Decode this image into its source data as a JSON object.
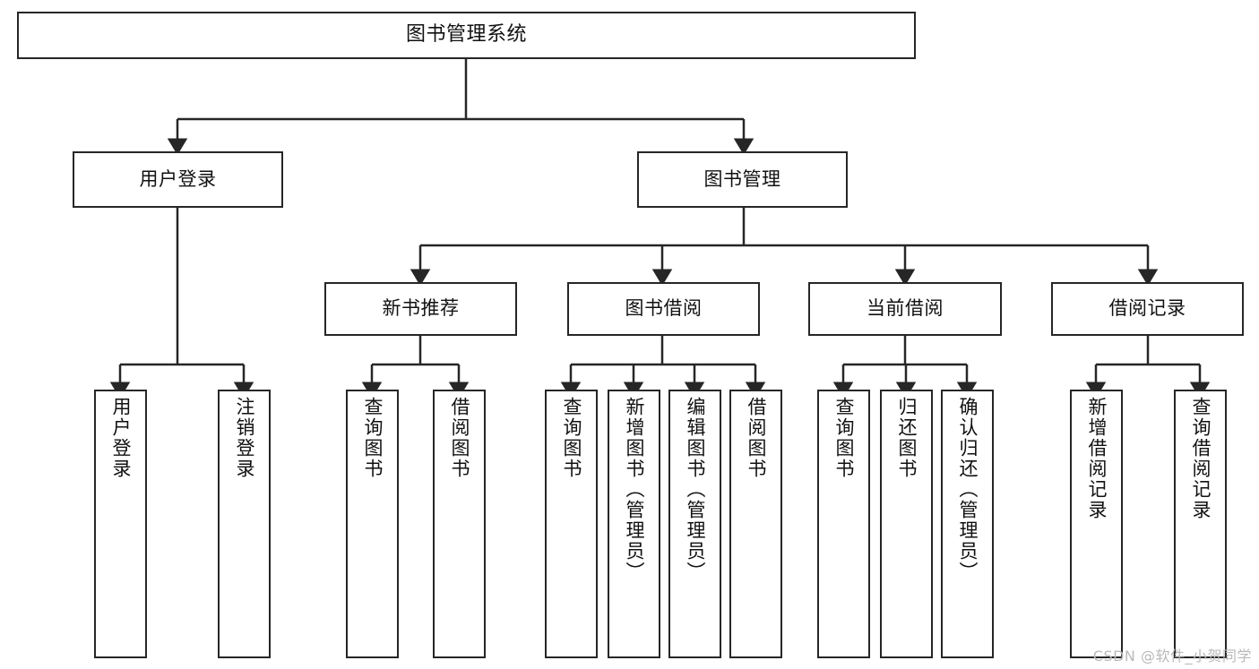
{
  "diagram": {
    "title": "图书管理系统",
    "type": "tree",
    "colors": {
      "stroke": "#262626",
      "fill": "#ffffff",
      "text": "#111111",
      "watermark": "#b9b9b9"
    },
    "nodes": {
      "root": {
        "label": "图书管理系统"
      },
      "level2": [
        {
          "id": "user-login",
          "label": "用户登录"
        },
        {
          "id": "book-manage",
          "label": "图书管理"
        }
      ],
      "level3": [
        {
          "id": "new-book-recommend",
          "label": "新书推荐"
        },
        {
          "id": "book-borrow",
          "label": "图书借阅"
        },
        {
          "id": "current-borrow",
          "label": "当前借阅"
        },
        {
          "id": "borrow-record",
          "label": "借阅记录"
        }
      ],
      "leaves": [
        {
          "id": "leaf-user-login",
          "label": "用户登录",
          "parent": "user-login"
        },
        {
          "id": "leaf-logout-login",
          "label": "注销登录",
          "parent": "user-login"
        },
        {
          "id": "leaf-query-book-1",
          "label": "查询图书",
          "parent": "new-book-recommend"
        },
        {
          "id": "leaf-borrow-book-1",
          "label": "借阅图书",
          "parent": "new-book-recommend"
        },
        {
          "id": "leaf-query-book-2",
          "label": "查询图书",
          "parent": "book-borrow"
        },
        {
          "id": "leaf-add-book",
          "label": "新增图书（管理员）",
          "parent": "book-borrow"
        },
        {
          "id": "leaf-edit-book",
          "label": "编辑图书（管理员）",
          "parent": "book-borrow"
        },
        {
          "id": "leaf-borrow-book-2",
          "label": "借阅图书",
          "parent": "book-borrow"
        },
        {
          "id": "leaf-query-book-3",
          "label": "查询图书",
          "parent": "current-borrow"
        },
        {
          "id": "leaf-return-book",
          "label": "归还图书",
          "parent": "current-borrow"
        },
        {
          "id": "leaf-confirm-return",
          "label": "确认归还（管理员）",
          "parent": "current-borrow"
        },
        {
          "id": "leaf-add-borrow-record",
          "label": "新增借阅记录",
          "parent": "borrow-record"
        },
        {
          "id": "leaf-query-borrow-record",
          "label": "查询借阅记录",
          "parent": "borrow-record"
        }
      ]
    },
    "watermark": "CSDN @软件_小贺同学"
  }
}
